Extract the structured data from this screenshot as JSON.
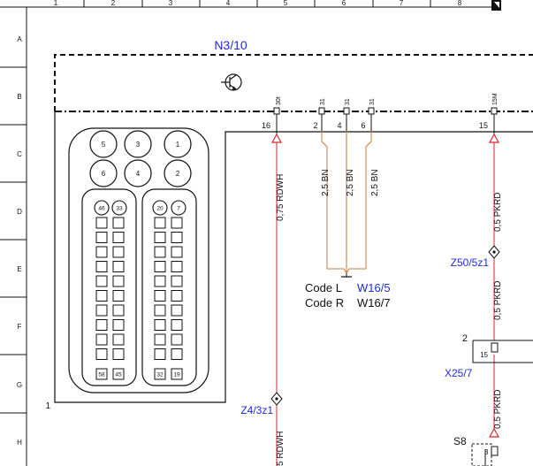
{
  "grid": {
    "columns": [
      "1",
      "2",
      "3",
      "4",
      "5",
      "6",
      "7",
      "8"
    ],
    "rows": [
      "A",
      "B",
      "C",
      "D",
      "E",
      "F",
      "G",
      "H"
    ]
  },
  "module": {
    "name": "N3/10",
    "connector_label": "1",
    "top_pins": [
      "5",
      "3",
      "1"
    ],
    "mid_pins": [
      "6",
      "4",
      "2"
    ],
    "left_block_top": [
      "46",
      "33"
    ],
    "left_block_bottom": [
      "58",
      "45"
    ],
    "right_block_top": [
      "20",
      "7"
    ],
    "right_block_bottom": [
      "32",
      "19"
    ]
  },
  "terminals": {
    "t1": "30t",
    "t2": "31",
    "t3": "31",
    "t4": "31",
    "t5": "15M"
  },
  "pins": {
    "p16": "16",
    "p2": "2",
    "p4": "4",
    "p6": "6",
    "p15": "15"
  },
  "wires": {
    "w1": "0,75 RDWH",
    "w1_bottom": "5 RDWH",
    "w2": "2,5 BN",
    "w3": "2,5 BN",
    "w4": "2,5 BN",
    "w5_top": "0,5 PKRD",
    "w5_mid": "0,5 PKRD",
    "w5_low": "0,5 PKRD"
  },
  "ground": {
    "code_l": "Code L",
    "code_l_ref": "W16/5",
    "code_r": "Code R",
    "code_r_ref": "W16/7"
  },
  "refs": {
    "z50": "Z50/5z1",
    "z4": "Z4/3z1",
    "x25": "X25/7",
    "x25_pin_a": "2",
    "x25_pin_b": "15",
    "s8": "S8",
    "s8_pin": "3"
  },
  "colors": {
    "line": "#111111",
    "ref_blue": "#1f2bd6",
    "wire_red": "#d6262c",
    "wire_brown": "#c07b3a"
  }
}
